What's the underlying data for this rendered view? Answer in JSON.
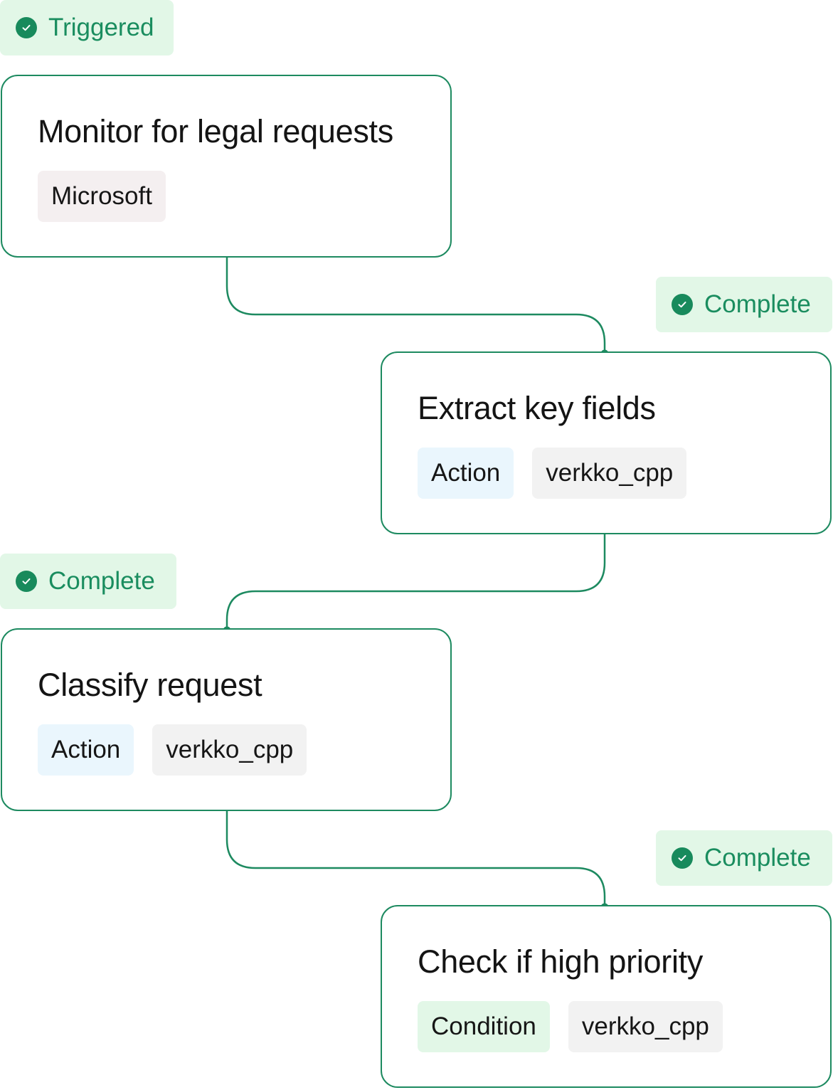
{
  "flow": {
    "steps": [
      {
        "status": "Triggered",
        "title": "Monitor for legal requests",
        "tags": [
          "Microsoft"
        ]
      },
      {
        "status": "Complete",
        "title": "Extract key fields",
        "tags": [
          "Action",
          "verkko_cpp"
        ]
      },
      {
        "status": "Complete",
        "title": "Classify request",
        "tags": [
          "Action",
          "verkko_cpp"
        ]
      },
      {
        "status": "Complete",
        "title": "Check if high priority",
        "tags": [
          "Condition",
          "verkko_cpp"
        ]
      }
    ]
  },
  "colors": {
    "accent": "#1d8a60",
    "badge_bg": "#e2f7e7",
    "badge_text": "#1a8d5f",
    "tag_action_bg": "#eaf6fd",
    "tag_condition_bg": "#e2f7e7",
    "tag_neutral_bg": "#f2f2f2"
  }
}
